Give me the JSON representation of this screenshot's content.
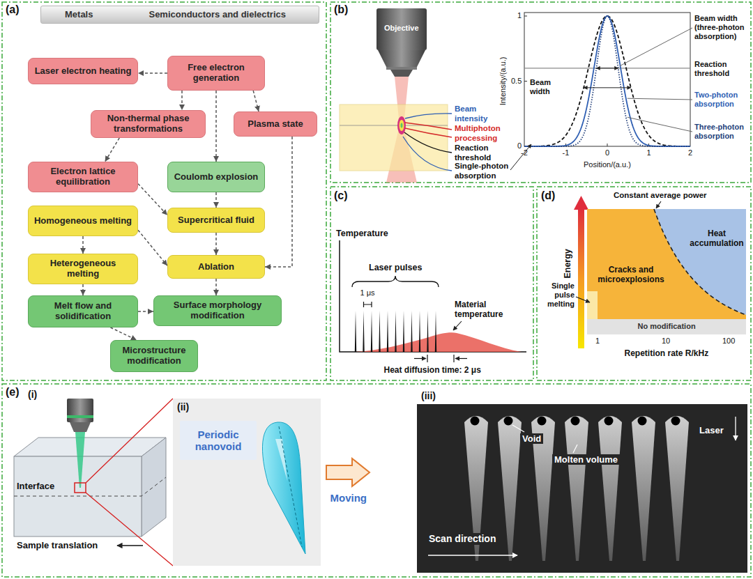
{
  "diagram": {
    "nodes": [
      {
        "text": [
          "Metals",
          "Semiconductors and dielectrics"
        ]
      },
      {
        "text": [
          "Laser electron heating"
        ]
      },
      {
        "text": [
          "Free electron generation"
        ]
      },
      {
        "text": [
          "Non-thermal phase transformations"
        ]
      },
      {
        "text": [
          "Plasma state"
        ]
      },
      {
        "text": [
          "Electron lattice equilibration"
        ]
      },
      {
        "text": [
          "Coulomb explosion"
        ]
      },
      {
        "text": [
          "Homogeneous melting"
        ]
      },
      {
        "text": [
          "Supercritical fluid"
        ]
      },
      {
        "text": [
          "Heterogeneous melting"
        ]
      },
      {
        "text": [
          "Ablation"
        ]
      },
      {
        "text": [
          "Melt flow and solidification"
        ]
      },
      {
        "text": [
          "Surface morphology modification"
        ]
      },
      {
        "text": [
          "Microstructure modification"
        ]
      },
      {
        "text": [
          "Periodic nanovoid"
        ]
      }
    ],
    "edges": [
      {
        "from": 2,
        "to": 1,
        "arrow": "to"
      },
      {
        "from": 2,
        "to": 3,
        "arrow": "to"
      },
      {
        "from": 2,
        "to": 6,
        "arrow": "to"
      },
      {
        "from": 2,
        "to": 4,
        "arrow": "to"
      },
      {
        "from": 3,
        "to": 5,
        "arrow": "to"
      },
      {
        "from": 5,
        "to": 8,
        "arrow": "to"
      },
      {
        "from": 6,
        "to": 8,
        "arrow": "to"
      },
      {
        "from": 7,
        "to": 9,
        "arrow": "to"
      },
      {
        "from": 7,
        "to": 10,
        "arrow": "to"
      },
      {
        "from": 8,
        "to": 10,
        "arrow": "to"
      },
      {
        "from": 4,
        "to": 10,
        "arrow": "to"
      },
      {
        "from": 9,
        "to": 11,
        "arrow": "to"
      },
      {
        "from": 11,
        "to": 12,
        "arrow": "to"
      },
      {
        "from": 10,
        "to": 12,
        "arrow": "to"
      },
      {
        "from": 11,
        "to": 13,
        "arrow": "to"
      }
    ],
    "labels": [
      "(a)",
      "(b)",
      "Objective",
      "Beam intensity",
      "Multiphoton processing",
      "Reaction threshold",
      "Single-photon absorption",
      "Intensity/(a.u.)",
      "1",
      "0.5",
      "0",
      "-2",
      "-1",
      "0",
      "1",
      "2",
      "Position/(a.u.)",
      "Beam width",
      "Beam width (three-photon absorption)",
      "Reaction threshold",
      "Two-photon absorption",
      "Three-photon absorption",
      "(c)",
      "Temperature",
      "Laser pulses",
      "1 μs",
      "Material temperature",
      "Heat diffusion time: 2 μs",
      "(d)",
      "Energy",
      "Constant average power",
      "Heat accumulation",
      "Cracks and microexplosions",
      "Single pulse melting",
      "No modification",
      "1",
      "10",
      "100",
      "Repetition rate R/kHz",
      "(e)",
      "(i)",
      "Interface",
      "Sample translation",
      "(ii)",
      "Moving",
      "(iii)",
      "Void",
      "Molten volume",
      "Laser",
      "Scan direction"
    ]
  }
}
